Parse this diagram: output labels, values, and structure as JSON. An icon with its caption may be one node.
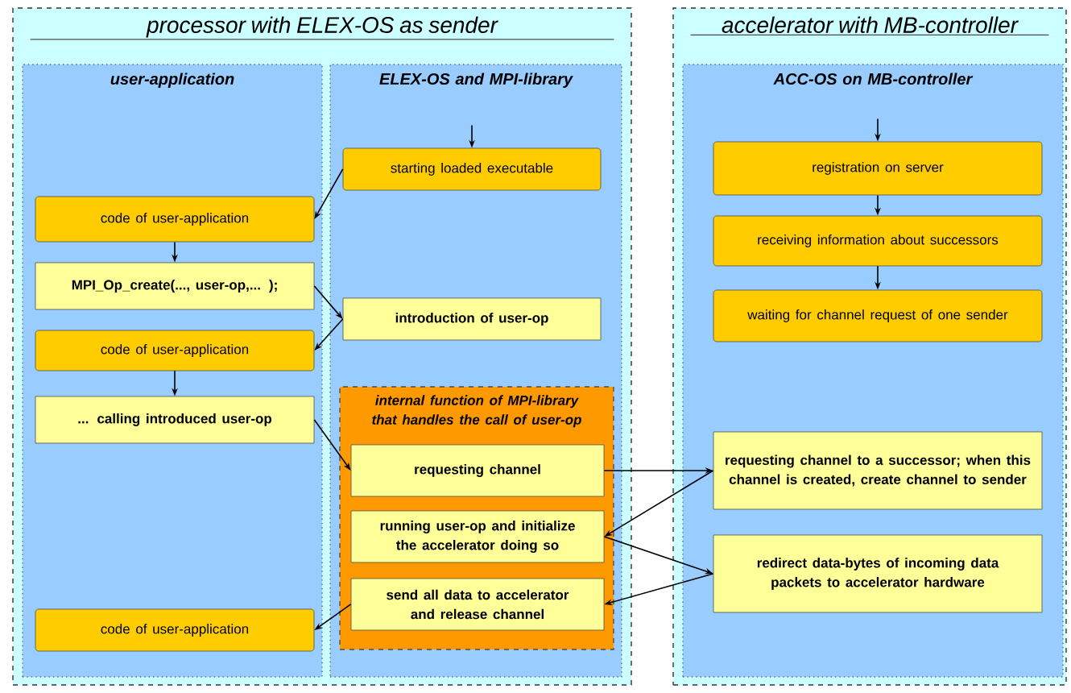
{
  "diagram": {
    "nodes": [
      {
        "text": [
          "processor with ELEX-OS as sender"
        ]
      },
      {
        "text": [
          "user-application"
        ],
        "in": 0
      },
      {
        "text": [
          "ELEX-OS and MPI-library"
        ],
        "in": 0
      },
      {
        "text": [
          "starting loaded executable"
        ],
        "in": 2
      },
      {
        "text": [
          "code of user-application"
        ],
        "in": 1
      },
      {
        "text": [
          "MPI_Op_create(..., user-op,... );"
        ],
        "in": 1
      },
      {
        "text": [
          "introduction of user-op"
        ],
        "in": 2
      },
      {
        "text": [
          "code of user-application"
        ],
        "in": 1
      },
      {
        "text": [
          "... calling introduced user-op"
        ],
        "in": 1
      },
      {
        "text": [
          "internal function of MPI-library that handles the call of user-op"
        ],
        "in": 2
      },
      {
        "text": [
          "requesting channel"
        ],
        "in": 9
      },
      {
        "text": [
          "running user-op and initialize the accelerator doing so"
        ],
        "in": 9
      },
      {
        "text": [
          "send all data to accelerator and release channel"
        ],
        "in": 9
      },
      {
        "text": [
          "code of user-application"
        ],
        "in": 1
      },
      {
        "text": [
          "accelerator with MB-controller"
        ]
      },
      {
        "text": [
          "ACC-OS on MB-controller"
        ],
        "in": 14
      },
      {
        "text": [
          "registration on server"
        ],
        "in": 15
      },
      {
        "text": [
          "receiving information about successors"
        ],
        "in": 15
      },
      {
        "text": [
          "waiting for channel request of one sender"
        ],
        "in": 15
      },
      {
        "text": [
          "requesting channel to a successor; when this channel is created, create channel to sender"
        ],
        "in": 15
      },
      {
        "text": [
          "redirect data-bytes of incoming data packets to accelerator hardware"
        ],
        "in": 15
      }
    ],
    "edges": [
      {
        "from": null,
        "to": 3,
        "arrow": "to"
      },
      {
        "from": 3,
        "to": 4,
        "arrow": "to"
      },
      {
        "from": 4,
        "to": 5,
        "arrow": "to"
      },
      {
        "from": 5,
        "to": 6,
        "arrow": "to"
      },
      {
        "from": 6,
        "to": 7,
        "arrow": "to"
      },
      {
        "from": 7,
        "to": 8,
        "arrow": "to"
      },
      {
        "from": 8,
        "to": 10,
        "arrow": "to"
      },
      {
        "from": 10,
        "to": 19,
        "arrow": "to"
      },
      {
        "from": 19,
        "to": 11,
        "arrow": "to"
      },
      {
        "from": 11,
        "to": 20,
        "arrow": "to"
      },
      {
        "from": 20,
        "to": 12,
        "arrow": "to"
      },
      {
        "from": 12,
        "to": 13,
        "arrow": "to"
      },
      {
        "from": null,
        "to": 16,
        "arrow": "to"
      },
      {
        "from": 16,
        "to": 17,
        "arrow": "to"
      },
      {
        "from": 17,
        "to": 18,
        "arrow": "to"
      }
    ]
  }
}
